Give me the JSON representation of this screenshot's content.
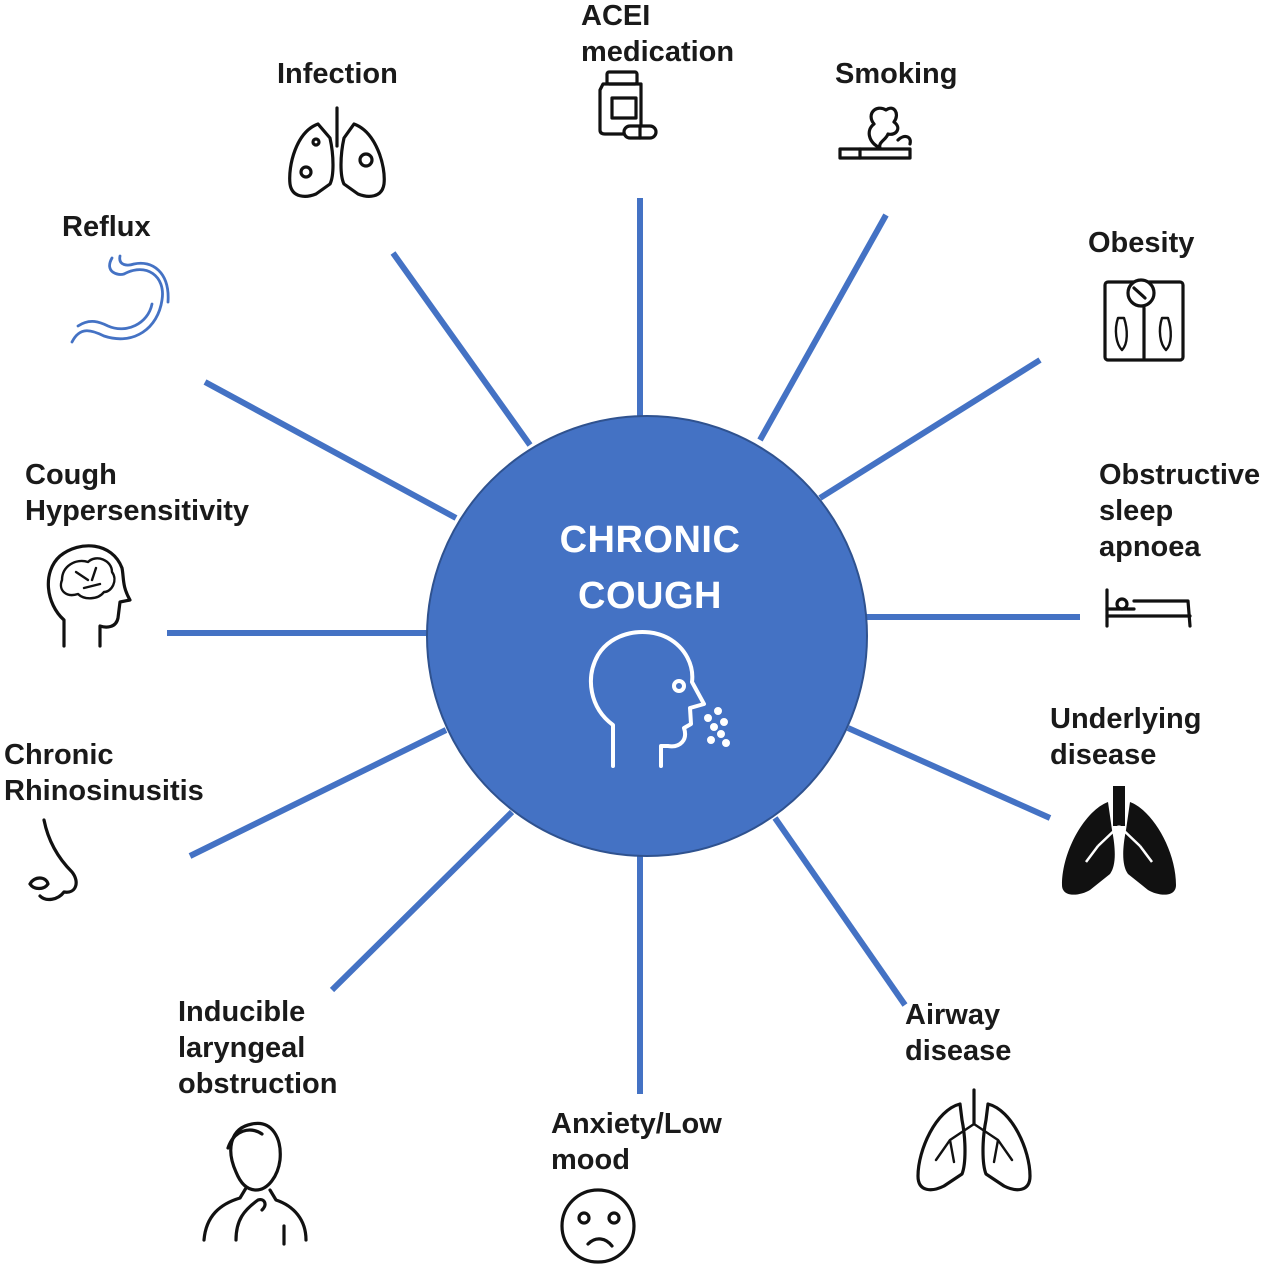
{
  "diagram": {
    "center": {
      "line1": "CHRONIC",
      "line2": "COUGH"
    },
    "factors": [
      {
        "id": "acei",
        "lines": [
          "ACEI",
          "medication"
        ],
        "icon": "medication-bottle-pill-icon"
      },
      {
        "id": "smoking",
        "lines": [
          "Smoking"
        ],
        "icon": "cigarette-icon"
      },
      {
        "id": "obesity",
        "lines": [
          "Obesity"
        ],
        "icon": "weighing-scale-icon"
      },
      {
        "id": "osa",
        "lines": [
          "Obstructive",
          "sleep",
          "apnoea"
        ],
        "icon": "bed-icon"
      },
      {
        "id": "underlying",
        "lines": [
          "Underlying",
          "disease"
        ],
        "icon": "solid-lungs-icon"
      },
      {
        "id": "airway",
        "lines": [
          "Airway",
          "disease"
        ],
        "icon": "lungs-outline-icon"
      },
      {
        "id": "anxiety",
        "lines": [
          "Anxiety/Low",
          "mood"
        ],
        "icon": "worried-face-icon"
      },
      {
        "id": "ilo",
        "lines": [
          "Inducible",
          "laryngeal",
          "obstruction"
        ],
        "icon": "person-holding-throat-icon"
      },
      {
        "id": "crs",
        "lines": [
          "Chronic",
          "Rhinosinusitis"
        ],
        "icon": "nose-icon"
      },
      {
        "id": "hypersens",
        "lines": [
          "Cough",
          "Hypersensitivity"
        ],
        "icon": "brain-head-icon"
      },
      {
        "id": "reflux",
        "lines": [
          "Reflux"
        ],
        "icon": "stomach-icon"
      },
      {
        "id": "infection",
        "lines": [
          "Infection"
        ],
        "icon": "infected-lungs-icon"
      }
    ],
    "colors": {
      "spoke": "#4472c4",
      "circle": "#4472c4",
      "circle_stroke": "#2f528f",
      "center_text": "#ffffff"
    }
  }
}
